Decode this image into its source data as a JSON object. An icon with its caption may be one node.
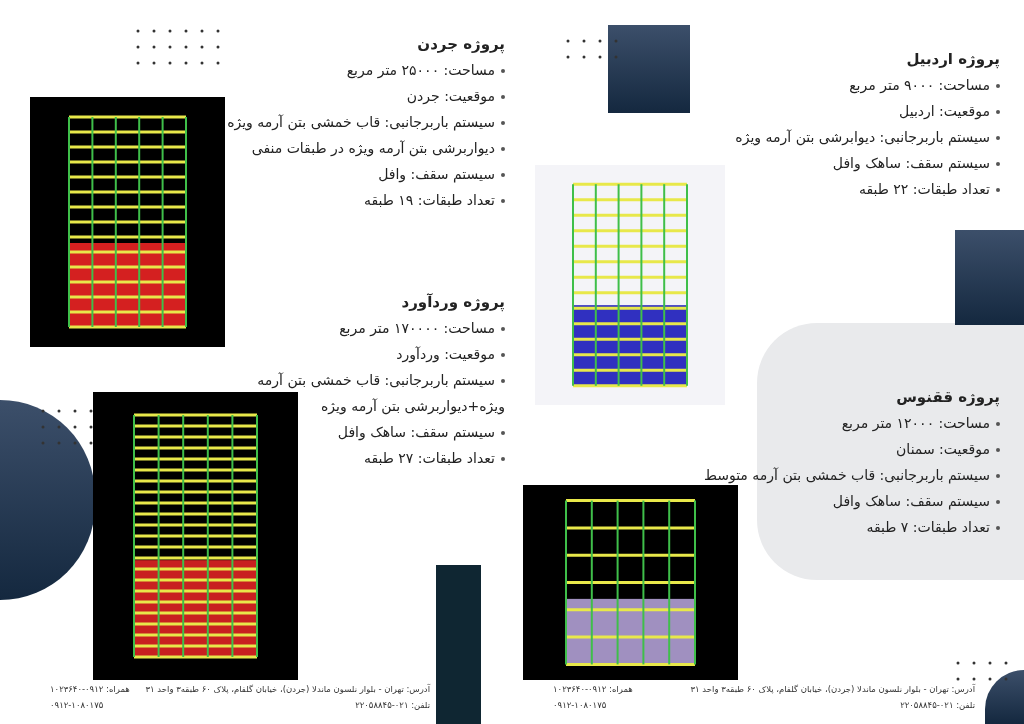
{
  "diagram": {
    "labels": [
      "پروژه جردن",
      "مساحت: ۲۵۰۰۰ متر مربع",
      "موقعیت: جردن",
      "سیستم باربرجانبی: قاب خمشی بتن آرمه ویژه",
      "دیواربرشی بتن آرمه ویژه در طبقات منفی",
      "سیستم سقف: وافل",
      "تعداد طبقات: ۱۹ طبقه",
      "پروژه اردبیل",
      "مساحت: ۹۰۰۰ متر مربع",
      "موقعیت: اردبیل",
      "سیستم باربرجانبی: دیوابرشی بتن آرمه ویژه",
      "سیستم سقف: ساهک وافل",
      "تعداد طبقات: ۲۲ طبقه",
      "پروژه وردآورد",
      "مساحت: ۱۷۰۰۰۰ متر مربع",
      "موقعیت: وردآورد",
      "سیستم باربرجانبی: قاب خمشی بتن آرمه ویژه+دیواربرشی بتن آرمه ویژه",
      "سیستم سقف: ساهک وافل",
      "تعداد طبقات: ۲۷ طبقه",
      "پروژه ققنوس",
      "مساحت: ۱۲۰۰۰ متر مربع",
      "موقعیت: سمنان",
      "سیستم باربرجانبی: قاب خمشی بتن آرمه متوسط",
      "سیستم سقف: ساهک وافل",
      "تعداد طبقات: ۷ طبقه",
      "همراه: ۰۹۱۲-۱۰۲۳۶۴۰",
      "آدرس: تهران - بلوار نلسون ماندلا (جردن)، خیابان گلفام، پلاک ۶۰ طبقه۳ واحد ۳۱",
      "۰۹۱۲-۱۰۸۰۱۷۵",
      "تلفن: ۰۲۱-۲۲۰۵۸۸۴۵",
      "همراه: ۰۹۱۲-۱۰۲۳۶۴۰",
      "آدرس: تهران - بلوار نلسون ماندلا (جردن)، خیابان گلفام، پلاک ۶۰ طبقه۳ واحد ۳۱",
      "۰۹۱۲-۱۰۸۰۱۷۵",
      "تلفن: ۰۲۱-۲۲۰۵۸۸۴۵"
    ]
  }
}
